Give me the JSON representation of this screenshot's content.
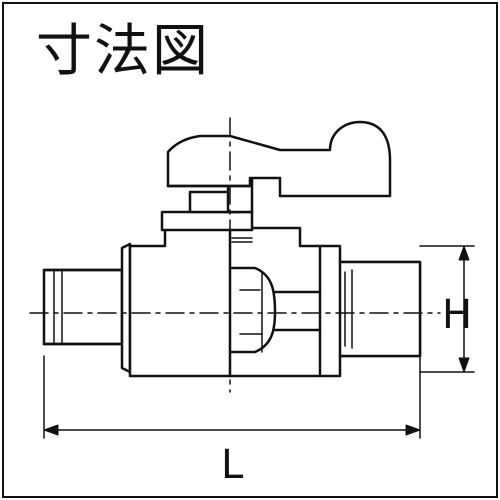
{
  "title": "寸法図",
  "dimensions": {
    "height_label": "H",
    "length_label": "L"
  },
  "colors": {
    "line": "#111111",
    "background": "#ffffff"
  }
}
